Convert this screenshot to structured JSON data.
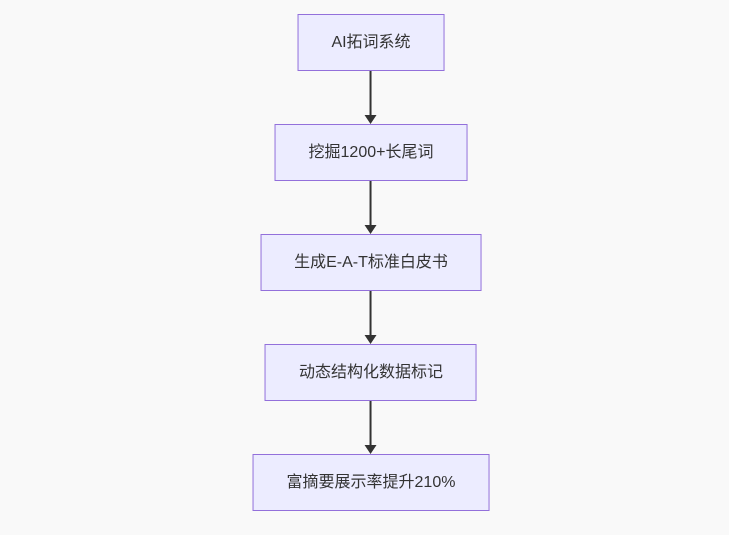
{
  "flowchart": {
    "type": "flowchart-top-down",
    "nodes": [
      {
        "id": "node-1",
        "label": "AI拓词系统"
      },
      {
        "id": "node-2",
        "label": "挖掘1200+长尾词"
      },
      {
        "id": "node-3",
        "label": "生成E-A-T标准白皮书"
      },
      {
        "id": "node-4",
        "label": "动态结构化数据标记"
      },
      {
        "id": "node-5",
        "label": "富摘要展示率提升210%"
      }
    ],
    "edges": [
      {
        "from": "node-1",
        "to": "node-2",
        "style": "arrow-down"
      },
      {
        "from": "node-2",
        "to": "node-3",
        "style": "arrow-down"
      },
      {
        "from": "node-3",
        "to": "node-4",
        "style": "arrow-down"
      },
      {
        "from": "node-4",
        "to": "node-5",
        "style": "arrow-down"
      }
    ]
  },
  "colors": {
    "background": "#f9f9f9",
    "node_fill": "#ECECFF",
    "node_border": "#9370DB",
    "arrow": "#333333",
    "text": "#333333"
  }
}
